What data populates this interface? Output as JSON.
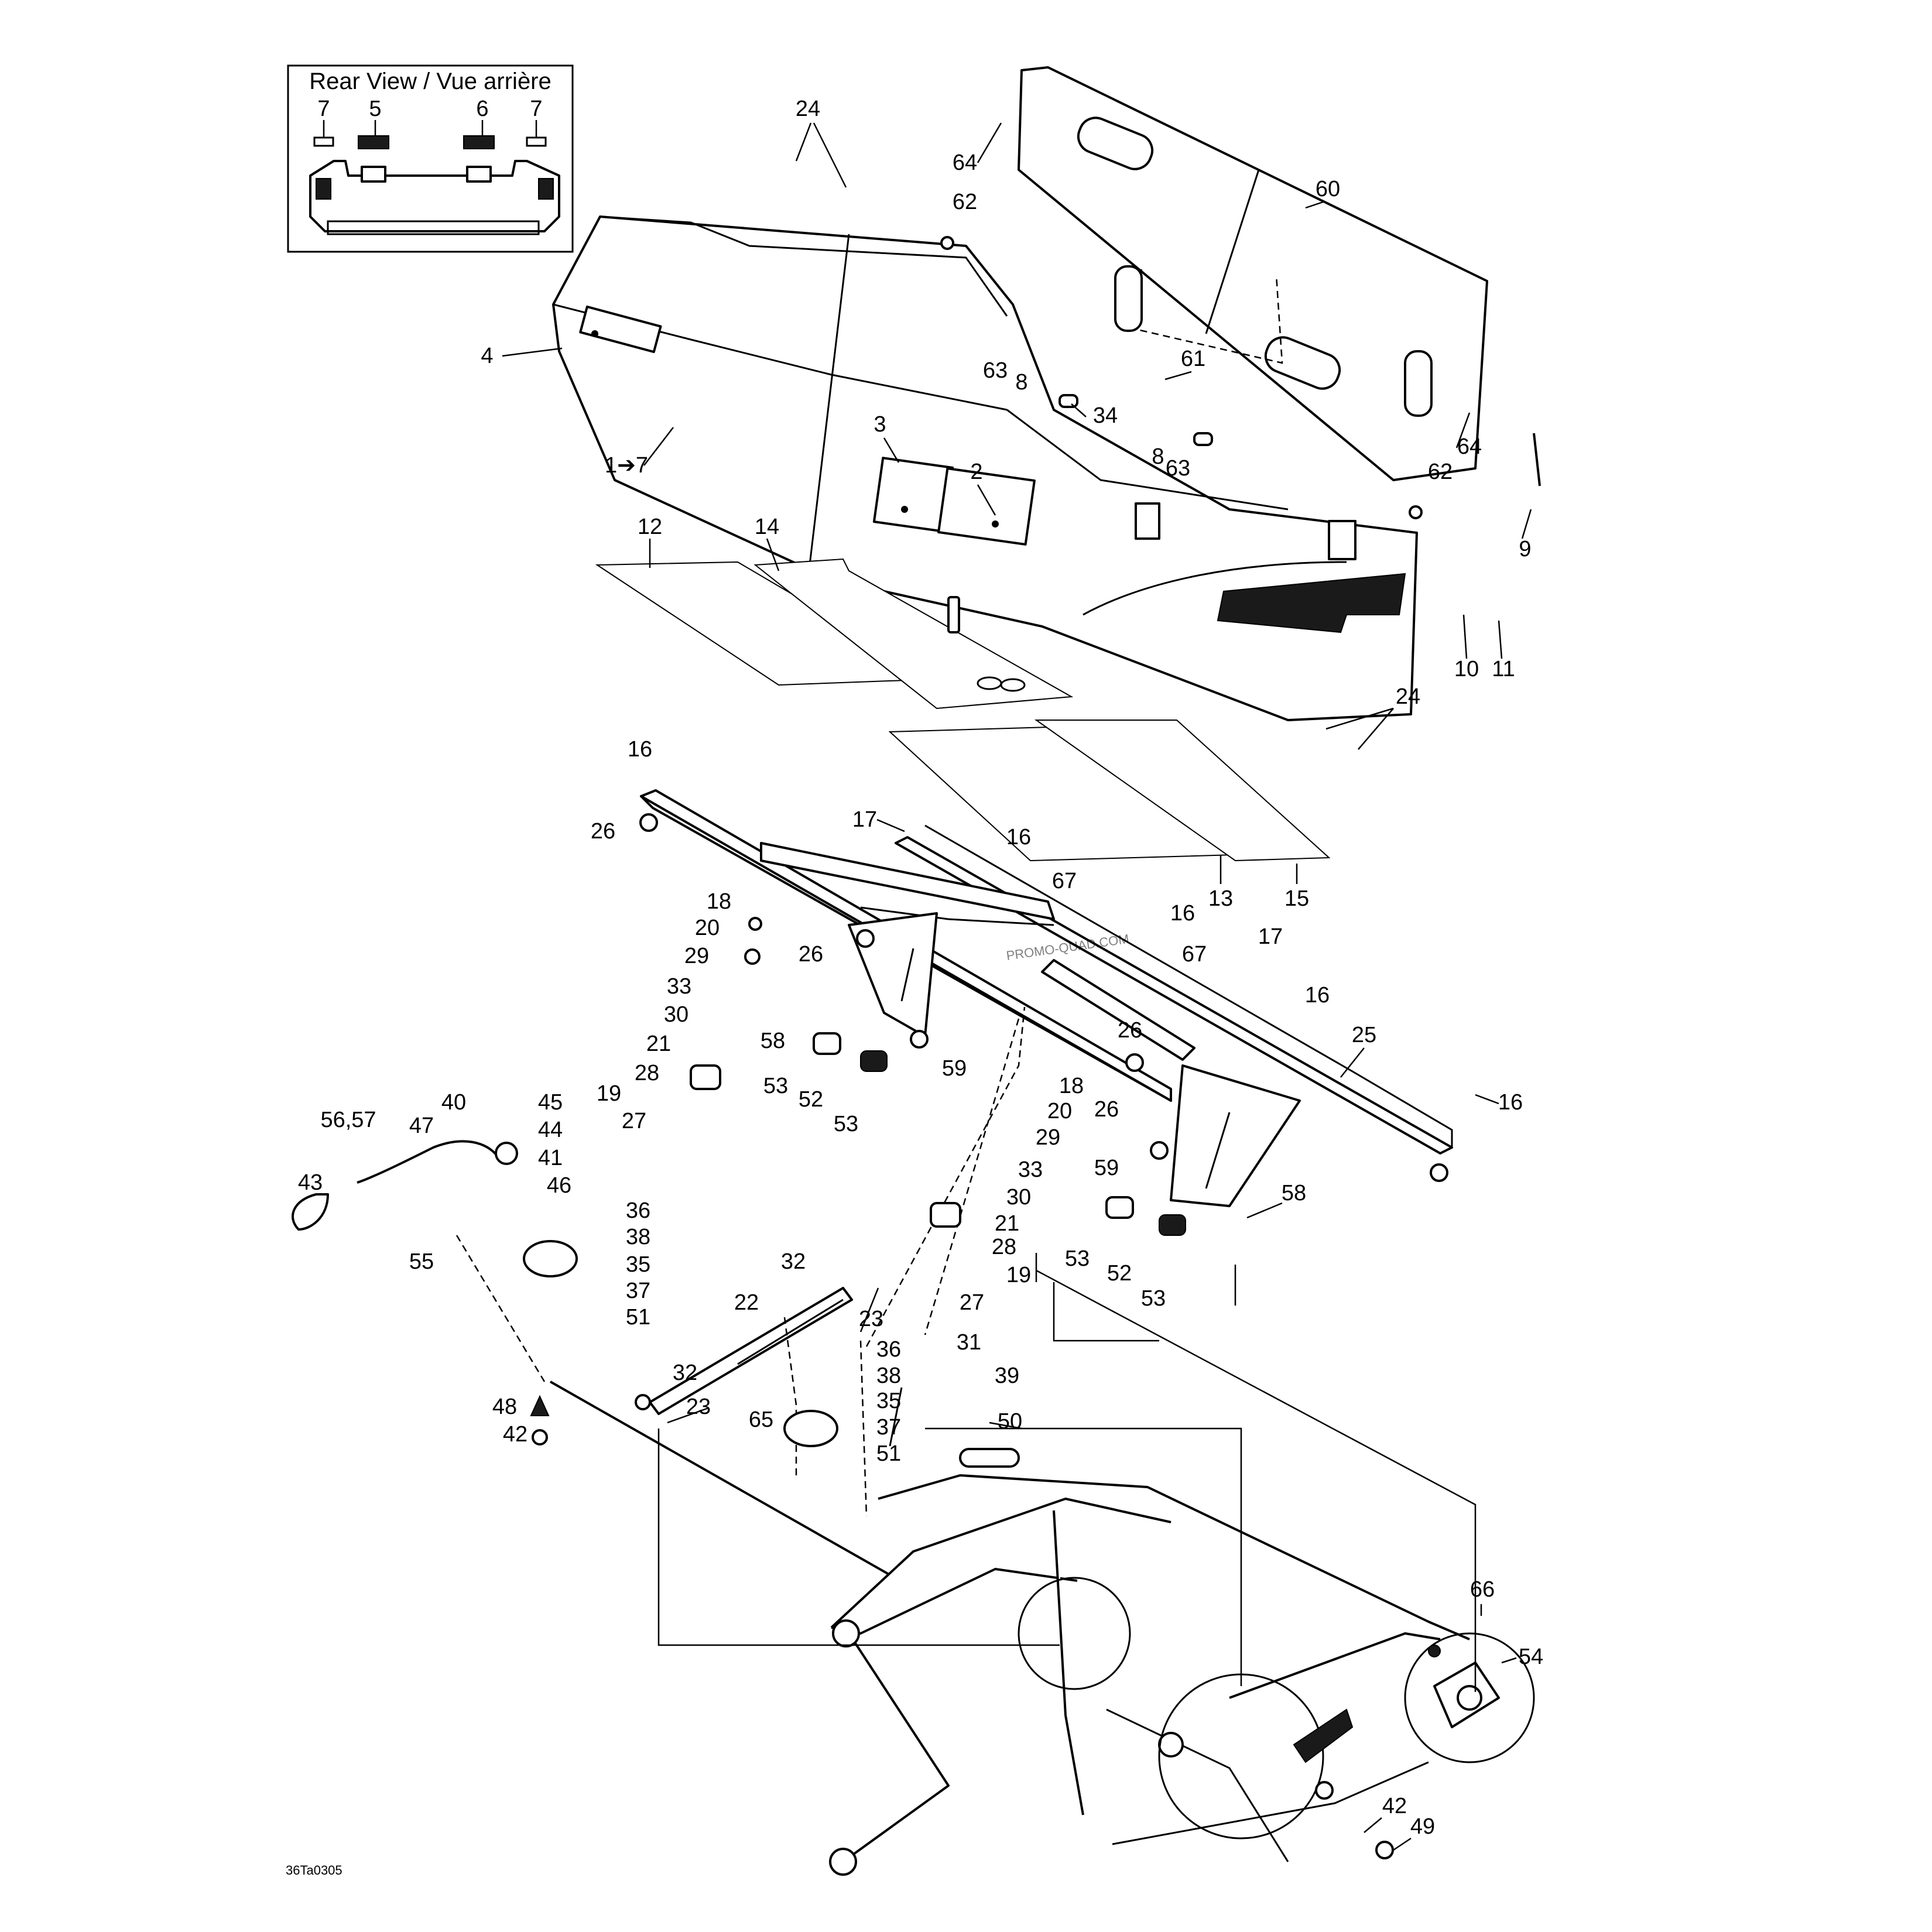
{
  "inset": {
    "title": "Rear View / Vue arrière",
    "labels": [
      "7",
      "5",
      "6",
      "7"
    ]
  },
  "callouts": [
    "24",
    "64",
    "62",
    "60",
    "4",
    "1➔7",
    "3",
    "2",
    "63",
    "8",
    "61",
    "34",
    "8",
    "63",
    "64",
    "62",
    "9",
    "10",
    "11",
    "12",
    "14",
    "24",
    "16",
    "17",
    "16",
    "26",
    "67",
    "16",
    "13",
    "15",
    "18",
    "20",
    "29",
    "26",
    "33",
    "30",
    "58",
    "67",
    "17",
    "16",
    "21",
    "53",
    "59",
    "26",
    "28",
    "19",
    "52",
    "18",
    "27",
    "53",
    "20",
    "25",
    "29",
    "26",
    "16",
    "56,57",
    "40",
    "45",
    "44",
    "47",
    "41",
    "43",
    "46",
    "36",
    "38",
    "55",
    "35",
    "37",
    "51",
    "33",
    "30",
    "21",
    "59",
    "58",
    "28",
    "53",
    "52",
    "19",
    "53",
    "32",
    "27",
    "22",
    "23",
    "31",
    "32",
    "36",
    "38",
    "39",
    "48",
    "23",
    "35",
    "65",
    "50",
    "42",
    "37",
    "51",
    "66",
    "54",
    "42",
    "49"
  ],
  "drawing_ref": "36Ta0305",
  "watermark": "PROMO-QUAD.COM"
}
